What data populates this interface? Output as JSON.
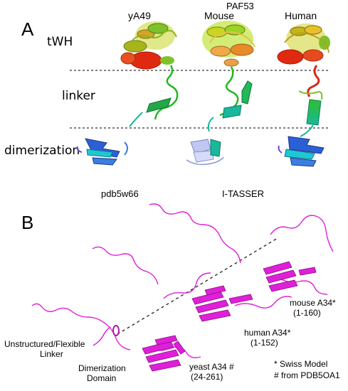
{
  "panel_a": {
    "letter": "A",
    "header": "PAF53",
    "species": [
      "yA49",
      "Mouse",
      "Human"
    ],
    "regions": [
      "tWH",
      "linker",
      "dimerization"
    ]
  },
  "panel_b": {
    "letter": "B",
    "sources": [
      "pdb5w66",
      "I-TASSER"
    ],
    "labels": {
      "unstructured_line1": "Unstructured/Flexible",
      "unstructured_line2": "Linker",
      "dimerization_line1": "Dimerization",
      "dimerization_line2": "Domain",
      "yeast_line1": "yeast A34 #",
      "yeast_line2": "(24-261)",
      "human_line1": "human A34*",
      "human_line2": "(1-152)",
      "mouse_line1": "mouse A34*",
      "mouse_line2": "(1-160)",
      "note_swiss": "* Swiss Model",
      "note_pdb": "# from PDB5OA1"
    }
  },
  "colors": {
    "magenta": "#e01fd8",
    "green": "#22b822",
    "red": "#e02a10",
    "orange": "#e88a2a",
    "olive": "#b6a11e",
    "teal": "#19b89a",
    "blue": "#2c5fd6",
    "cyan": "#1fc7d4"
  }
}
